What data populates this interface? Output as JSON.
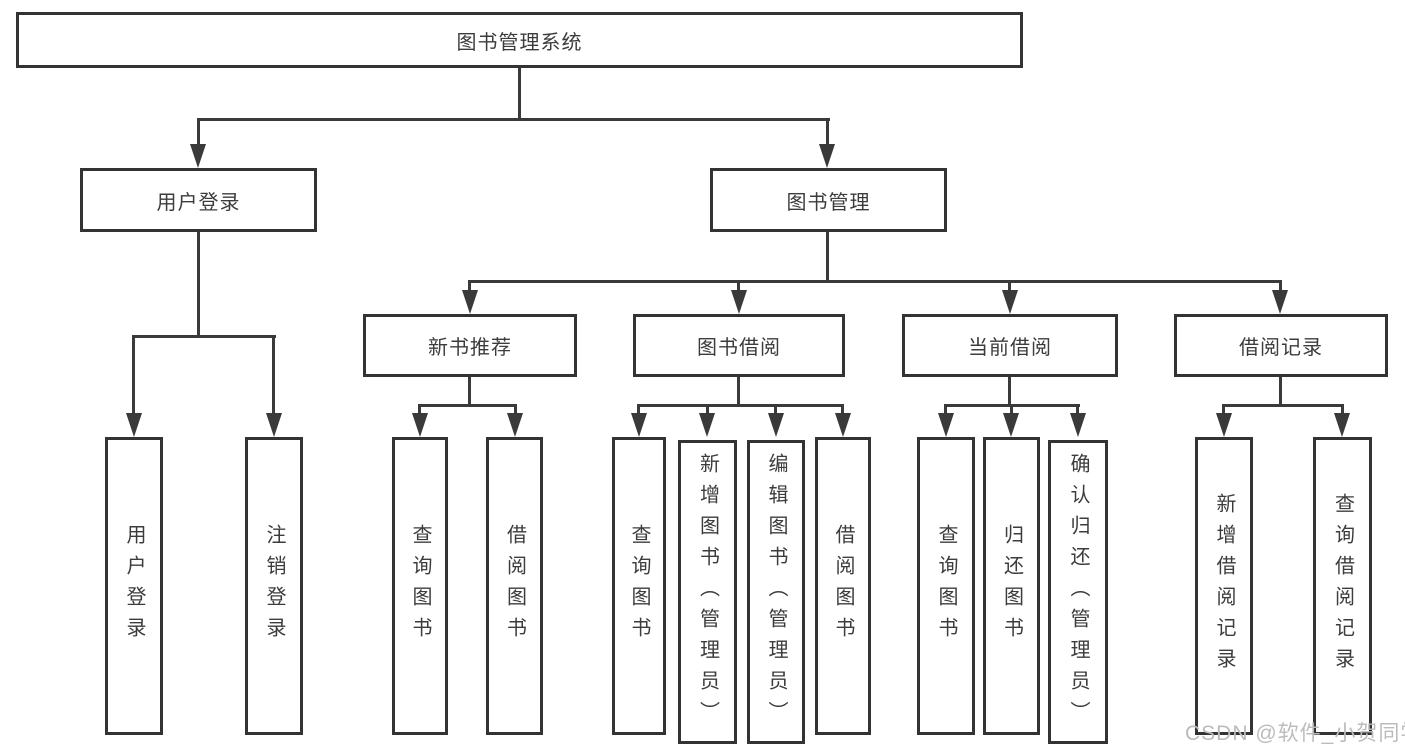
{
  "watermark": {
    "text": "CSDN @软件_小贺同学"
  },
  "colors": {
    "line": "#3a3a3a",
    "box_border": "#333333",
    "text": "#3c3c3c",
    "background": "#ffffff",
    "watermark": "#bcbcbc"
  },
  "tree": {
    "root": {
      "label": "图书管理系统"
    },
    "branches": [
      {
        "label": "用户登录",
        "children": [
          {
            "label": "用户登录"
          },
          {
            "label": "注销登录"
          }
        ]
      },
      {
        "label": "图书管理",
        "children": [
          {
            "label": "新书推荐",
            "children": [
              {
                "label": "查询图书"
              },
              {
                "label": "借阅图书"
              }
            ]
          },
          {
            "label": "图书借阅",
            "children": [
              {
                "label": "查询图书"
              },
              {
                "label": "新增图书（管理员）"
              },
              {
                "label": "编辑图书（管理员）"
              },
              {
                "label": "借阅图书"
              }
            ]
          },
          {
            "label": "当前借阅",
            "children": [
              {
                "label": "查询图书"
              },
              {
                "label": "归还图书"
              },
              {
                "label": "确认归还（管理员）"
              }
            ]
          },
          {
            "label": "借阅记录",
            "children": [
              {
                "label": "新增借阅记录"
              },
              {
                "label": "查询借阅记录"
              }
            ]
          }
        ]
      }
    ]
  }
}
